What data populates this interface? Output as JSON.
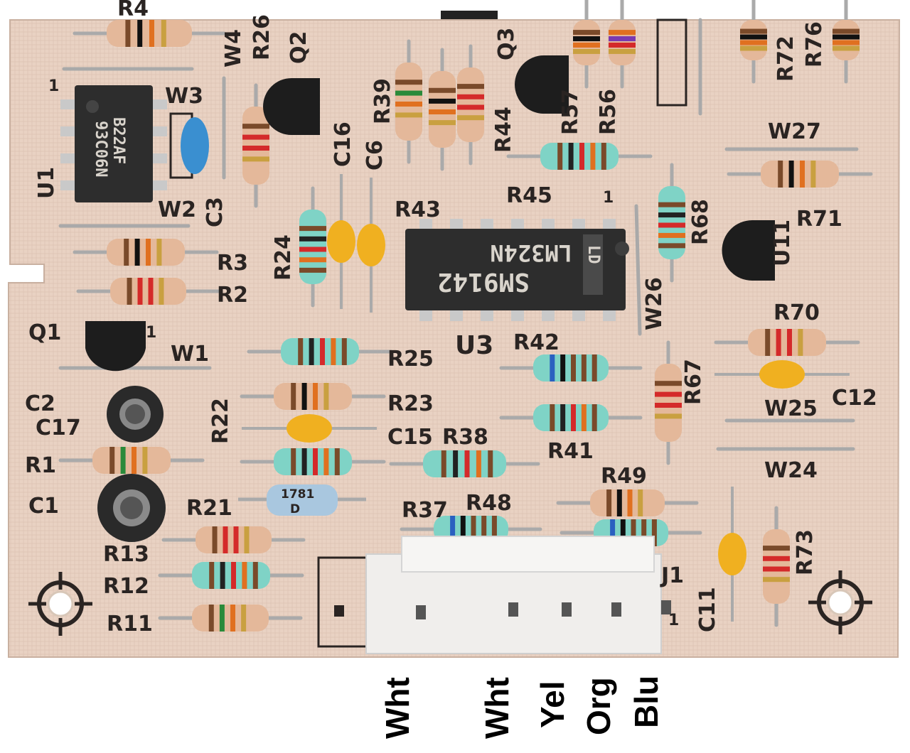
{
  "colors": {
    "board": "#e9d2c3",
    "silkscreen": "#2a2422",
    "ic": "#2b2b2b",
    "connector": "#f2f0ee"
  },
  "ics": {
    "u1": {
      "line1": "B22AF",
      "line2": "93C06N"
    },
    "u3": {
      "line1": "LM324N",
      "line2": "SM9142",
      "badge": "LD"
    }
  },
  "diode_marking": {
    "line1": "1781",
    "line2": "D"
  },
  "silkscreen": {
    "R4": "R4",
    "R26": "R26",
    "W4": "W4",
    "Q2": "Q2",
    "U1": "U1",
    "W3": "W3",
    "W2": "W2",
    "C3": "C3",
    "pin1_u1": "1",
    "R39": "R39",
    "R44": "R44",
    "Q3": "Q3",
    "R57": "R57",
    "R56": "R56",
    "R72": "R72",
    "R76": "R76",
    "C16": "C16",
    "C6": "C6",
    "R45": "R45",
    "pin1_u3": "1",
    "W27": "W27",
    "R71": "R71",
    "R43": "R43",
    "R24": "R24",
    "R68": "R68",
    "U11": "U11",
    "R3": "R3",
    "R2": "R2",
    "Q1": "Q1",
    "pin1_q1": "1",
    "W1": "W1",
    "R25": "R25",
    "U3": "U3",
    "R42": "R42",
    "W26": "W26",
    "R70": "R70",
    "R67": "R67",
    "C12": "C12",
    "C2": "C2",
    "C17": "C17",
    "R22": "R22",
    "R23": "R23",
    "C15": "C15",
    "R38": "R38",
    "W25": "W25",
    "R41": "R41",
    "R1": "R1",
    "R49": "R49",
    "W24": "W24",
    "C1": "C1",
    "R21": "R21",
    "R37": "R37",
    "R48": "R48",
    "R73": "R73",
    "R13": "R13",
    "R12": "R12",
    "R11": "R11",
    "J1": "J1",
    "C11": "C11",
    "pin1_j1": "1"
  },
  "wire_labels": [
    "Wht",
    "Wht",
    "Yel",
    "Org",
    "Blu"
  ]
}
